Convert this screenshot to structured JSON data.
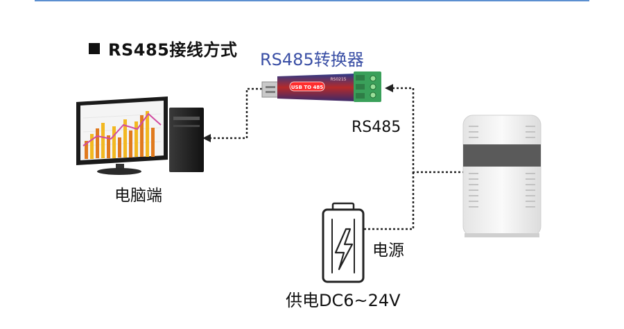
{
  "title": "RS485接线方式",
  "labels": {
    "converter": "RS485转换器",
    "pc": "电脑端",
    "rs485": "RS485",
    "power": "电源",
    "supply": "供电DC6~24V"
  },
  "converter_print": {
    "badge": "USB TO 485",
    "model": "RS0215"
  },
  "colors": {
    "rule": "#5b8fd0",
    "converter_text": "#3a4fa5",
    "converter_body": "#b52a2a",
    "terminal": "#3aa05a",
    "bar_orange": "#e07a1e",
    "bar_yellow": "#f2b821",
    "line_pink": "#d04aa0"
  },
  "icons": [
    "desktop-computer-icon",
    "usb-converter-icon",
    "battery-lightning-icon",
    "sensor-enclosure-icon"
  ]
}
